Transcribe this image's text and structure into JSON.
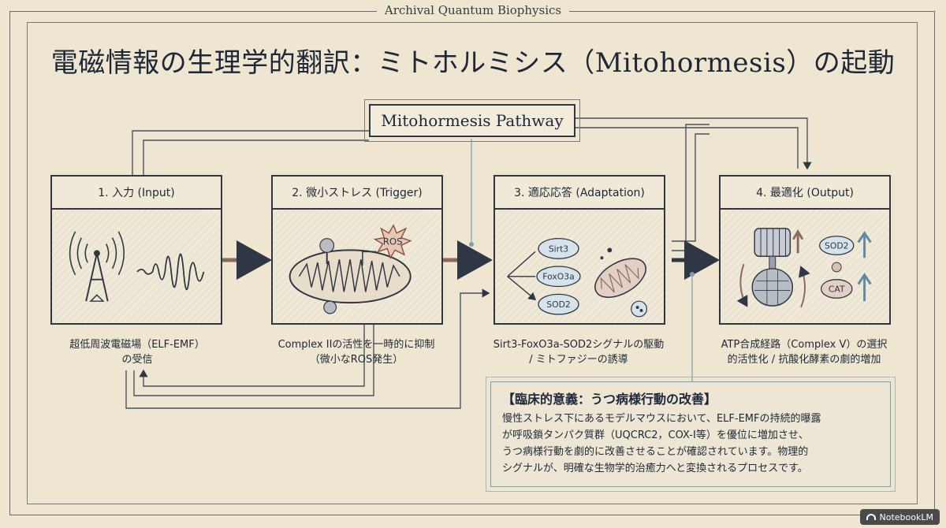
{
  "header": {
    "label": "Archival Quantum Biophysics"
  },
  "title": "電磁情報の生理学的翻訳：ミトホルミシス（Mitohormesis）の起動",
  "pathway": {
    "label": "Mitohormesis Pathway"
  },
  "cards": [
    {
      "title": "1. 入力 (Input)",
      "caption_line1": "超低周波電磁場（ELF-EMF）",
      "caption_line2": "の受信"
    },
    {
      "title": "2. 微小ストレス (Trigger)",
      "caption_line1": "Complex IIの活性を一時的に抑制",
      "caption_line2": "（微小なROS発生）"
    },
    {
      "title": "3. 適応応答 (Adaptation)",
      "caption_line1": "Sirt3-FoxO3a-SOD2シグナルの駆動",
      "caption_line2": "/ ミトファジーの誘導"
    },
    {
      "title": "4. 最適化 (Output)",
      "caption_line1": "ATP合成経路（Complex V）の選択",
      "caption_line2": "的活性化 / 抗酸化酵素の劇的増加"
    }
  ],
  "trigger": {
    "ros_label": "ROS"
  },
  "adaptation": {
    "nodes": [
      "Sirt3",
      "FoxO3a",
      "SOD2"
    ]
  },
  "output": {
    "labels": [
      "SOD2",
      "CAT"
    ]
  },
  "clinical": {
    "title": "【臨床的意義：うつ病様行動の改善】",
    "lines": [
      "慢性ストレス下にあるモデルマウスにおいて、ELF-EMFの持続的曝露",
      "が呼吸鎖タンパク質群（UQCRC2，COX-I等）を優位に増加させ、",
      "うつ病様行動を劇的に改善させることが確認されています。物理的",
      "シグナルが、明確な生物学的治癒力へと変換されるプロセスです。"
    ]
  },
  "badge": {
    "label": "NotebookLM"
  },
  "colors": {
    "background": "#efe6d2",
    "ink": "#2f3644",
    "accent_blue": "#7d9db3",
    "accent_brown": "#a07a6a"
  }
}
